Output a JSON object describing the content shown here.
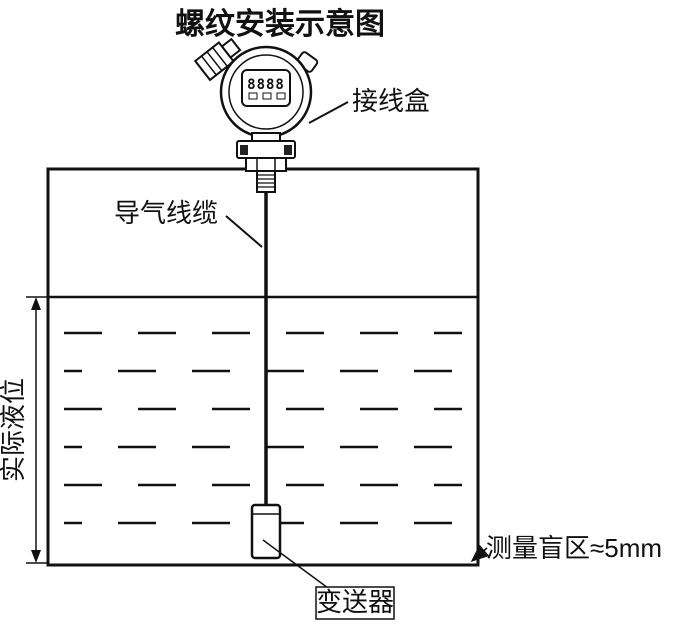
{
  "page": {
    "background": "#ffffff",
    "line_color": "#111111"
  },
  "diagram": {
    "title": "螺纹安装示意图",
    "transmitter_display": "8888",
    "labels": {
      "junction_box": "接线盒",
      "air_cable": "导气线缆",
      "actual_level": "实际液位",
      "blind_zone": "测量盲区≈5mm",
      "transmitter": "变送器"
    }
  }
}
